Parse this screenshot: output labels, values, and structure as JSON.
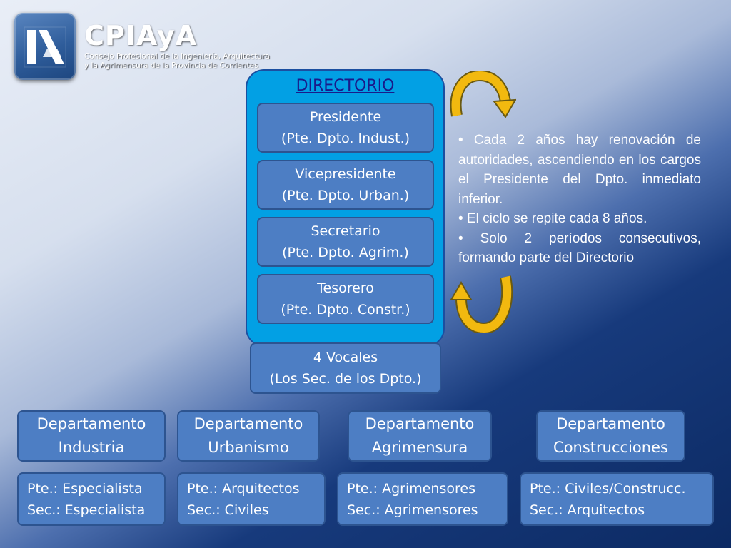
{
  "logo": {
    "title": "CPIAyA",
    "subtitle_line1": "Consejo Profesional de la Ingeniería, Arquitectura",
    "subtitle_line2": "y la Agrimensura de la Provincia de Corrientes"
  },
  "directorio": {
    "title": "DIRECTORIO",
    "roles": [
      {
        "line1": "Presidente",
        "line2": "(Pte. Dpto. Indust.)"
      },
      {
        "line1": "Vicepresidente",
        "line2": "(Pte. Dpto. Urban.)"
      },
      {
        "line1": "Secretario",
        "line2": "(Pte. Dpto. Agrim.)"
      },
      {
        "line1": "Tesorero",
        "line2": "(Pte. Dpto. Constr.)"
      }
    ]
  },
  "vocales": {
    "line1": "4 Vocales",
    "line2": "(Los Sec. de los Dpto.)"
  },
  "notes": [
    "• Cada 2 años hay renovación de autoridades, ascendiendo en los cargos el Presidente del  Dpto. inmediato inferior.",
    "• El ciclo se repite cada 8 años.",
    "• Solo 2 períodos consecutivos, formando parte del Directorio"
  ],
  "departments": [
    {
      "line1": "Departamento",
      "line2": "Industria",
      "pte": "Pte.: Especialista",
      "sec": "Sec.: Especialista"
    },
    {
      "line1": "Departamento",
      "line2": "Urbanismo",
      "pte": "Pte.: Arquitectos",
      "sec": "Sec.: Civiles"
    },
    {
      "line1": "Departamento",
      "line2": "Agrimensura",
      "pte": "Pte.: Agrimensores",
      "sec": "Sec.: Agrimensores"
    },
    {
      "line1": "Departamento",
      "line2": "Construcciones",
      "pte": "Pte.: Civiles/Construcc.",
      "sec": "Sec.: Arquitectos"
    }
  ],
  "colors": {
    "directorio_bg": "#02a0e4",
    "box_bg": "#4d7ec4",
    "title": "#1a1a8a",
    "arrow": "#f2b90f"
  },
  "icons": [
    "logo-emblem-icon",
    "rotation-arrow-icon"
  ]
}
